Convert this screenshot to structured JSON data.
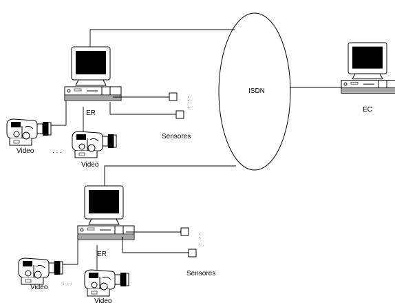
{
  "network": {
    "label": "ISDN"
  },
  "central_station": {
    "label": "EC"
  },
  "stations": [
    {
      "label": "ER",
      "sensors_label": "Sensores",
      "video_label_1": "Video",
      "video_label_2": "Video",
      "ellipsis": ". . .",
      "sensor_dots": "."
    },
    {
      "label": "ER",
      "sensors_label": "Sensores",
      "video_label_1": "Video",
      "video_label_2": "Video",
      "ellipsis": ". . .",
      "sensor_dots": "."
    }
  ],
  "icons": [
    "monitor-icon",
    "computer-unit-icon",
    "video-camera-icon",
    "sensor-icon",
    "network-cloud-icon"
  ]
}
